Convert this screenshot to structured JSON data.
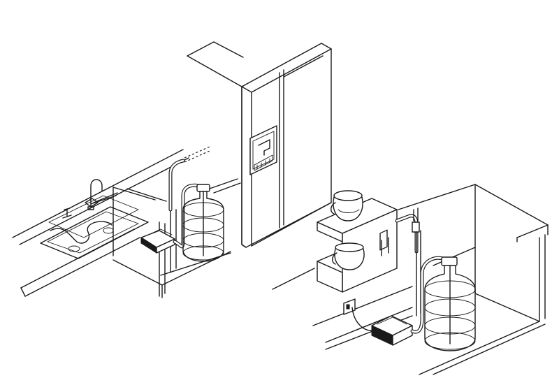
{
  "figure": {
    "kind": "line-art",
    "ink_color": "#1a1a1a",
    "background": "#ffffff",
    "scenes": [
      {
        "name": "kitchen-sink-cabinet-installation",
        "parts": [
          "countertop",
          "sink",
          "faucet",
          "soap-dispenser",
          "water-line",
          "bottle-pump",
          "water-bottle",
          "cabinet-floor"
        ]
      },
      {
        "name": "refrigerator",
        "parts": [
          "left-door",
          "right-door",
          "water-dispenser",
          "upper-cabinet"
        ]
      },
      {
        "name": "coffee-maker-cabinet-installation",
        "parts": [
          "coffee-brewer",
          "carafe-top",
          "carafe-bottom",
          "water-line",
          "power-outlet",
          "bottle-pump",
          "water-bottle",
          "cabinet"
        ]
      }
    ]
  }
}
